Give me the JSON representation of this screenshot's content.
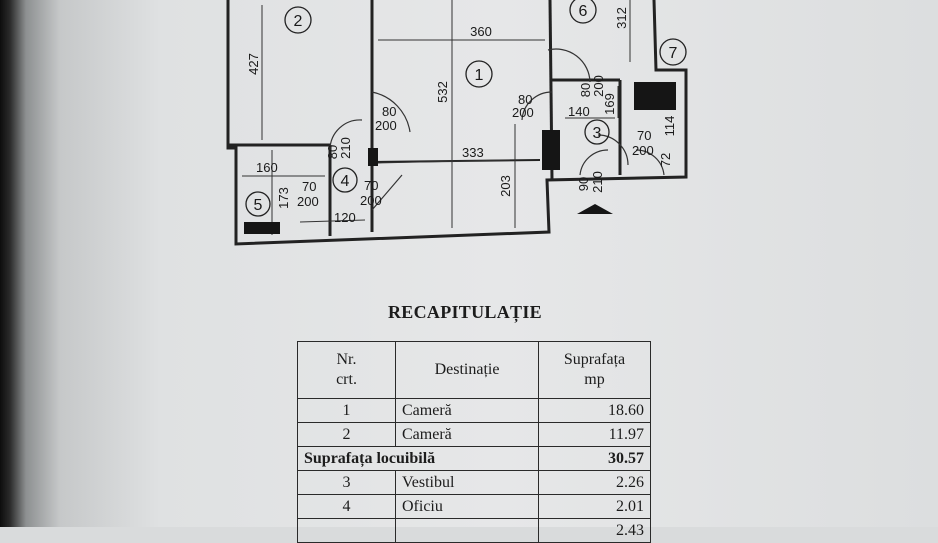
{
  "plan": {
    "room_numbers": [
      "1",
      "2",
      "3",
      "4",
      "5",
      "6",
      "7"
    ],
    "dimensions": {
      "d427": "427",
      "d360": "360",
      "d312": "312",
      "d532": "532",
      "d80_200_a": "80",
      "d80_200_a2": "200",
      "d80_200_b": "80",
      "d80_200_b2": "200",
      "d80_200_c": "80",
      "d80_200_c2": "200",
      "d140": "140",
      "d169": "169",
      "d114": "114",
      "d70_200_a": "70",
      "d70_200_a2": "200",
      "d80_210": "80",
      "d80_210b": "210",
      "d333": "333",
      "d160": "160",
      "d173": "173",
      "d70_200_b": "70",
      "d70_200_b2": "200",
      "d70_200_c": "70",
      "d70_200_c2": "200",
      "d120": "120",
      "d203": "203",
      "d90_210": "90",
      "d90_210b": "210",
      "d72": "72"
    }
  },
  "recap": {
    "title": "RECAPITULAȚIE",
    "headers": {
      "nr_line1": "Nr.",
      "nr_line2": "crt.",
      "dest": "Destinație",
      "area_line1": "Suprafața",
      "area_line2": "mp"
    },
    "rows": [
      {
        "nr": "1",
        "dest": "Cameră",
        "area": "18.60"
      },
      {
        "nr": "2",
        "dest": "Cameră",
        "area": "11.97"
      }
    ],
    "subtotal": {
      "label": "Suprafața locuibilă",
      "area": "30.57"
    },
    "rows2": [
      {
        "nr": "3",
        "dest": "Vestibul",
        "area": "2.26"
      },
      {
        "nr": "4",
        "dest": "Oficiu",
        "area": "2.01"
      }
    ],
    "partial_row": {
      "area": "2.43"
    }
  }
}
